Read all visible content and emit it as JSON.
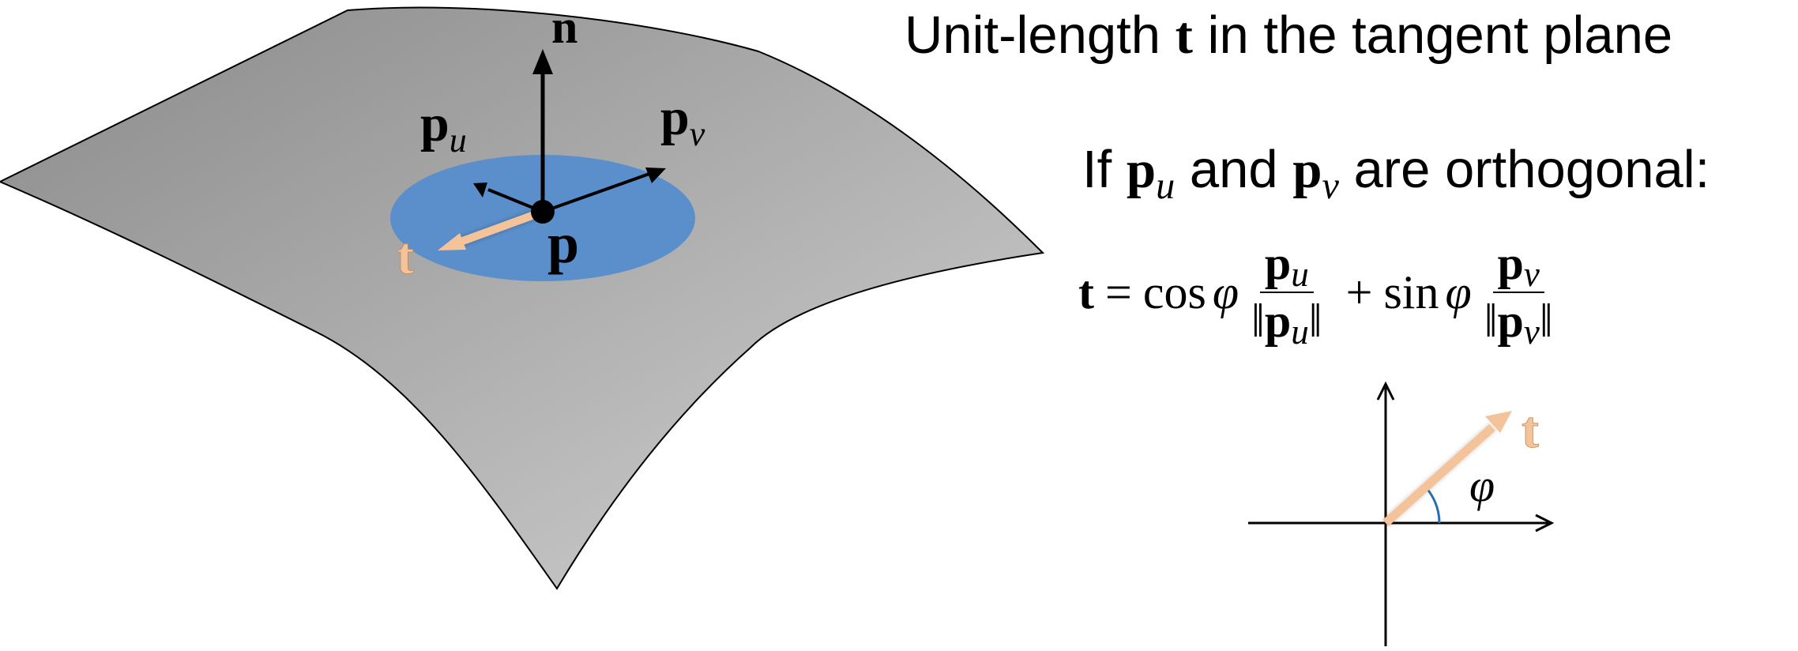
{
  "heading": {
    "prefix": "Unit-length ",
    "symbol": "t",
    "suffix": " in the tangent plane"
  },
  "condition": {
    "prefix": "If ",
    "pu_base": "p",
    "pu_sub": "u",
    "middle": " and ",
    "pv_base": "p",
    "pv_sub": "v",
    "suffix": " are orthogonal:"
  },
  "formula": {
    "lhs": "t",
    "equals": "=",
    "cos": "cos",
    "sin": "sin",
    "phi": "φ",
    "plus": "+",
    "num1_base": "p",
    "num1_sub": "u",
    "den1_open": "‖",
    "den1_base": "p",
    "den1_sub": "u",
    "den1_close": "‖",
    "num2_base": "p",
    "num2_sub": "v",
    "den2_open": "‖",
    "den2_base": "p",
    "den2_sub": "v",
    "den2_close": "‖"
  },
  "surface_labels": {
    "n": "n",
    "pu_base": "p",
    "pu_sub": "u",
    "pv_base": "p",
    "pv_sub": "v",
    "p": "p",
    "t": "t"
  },
  "inset_labels": {
    "t": "t",
    "phi": "φ"
  },
  "colors": {
    "surface_dark": "#8c8c8c",
    "surface_light": "#cfcfcf",
    "tangent_disk": "#5b8fcc",
    "tangent_vector": "#f5c39a",
    "angle_arc": "#2b6cb0",
    "ink": "#000000"
  }
}
